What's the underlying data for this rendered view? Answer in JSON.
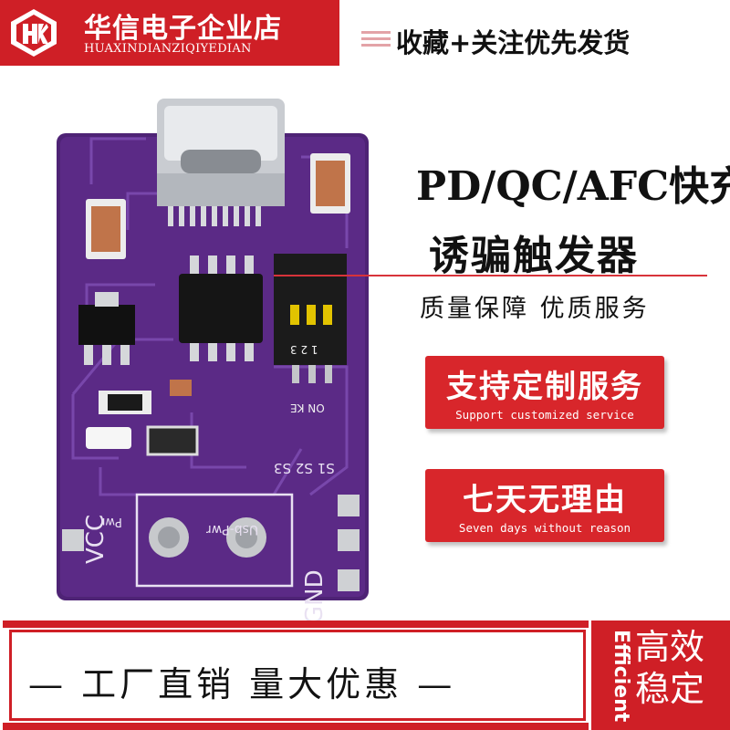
{
  "header": {
    "shop_name": "华信电子企业店",
    "shop_pinyin": "HUAXINDIANZIQIYEDIAN",
    "favorite_text": "收藏+关注优先发货",
    "logo_icon": "hx-logo-icon"
  },
  "product": {
    "title_line1": "PD/QC/AFC快充",
    "title_line2": "诱骗触发器",
    "quality_text": "质量保障 优质服务"
  },
  "badges": {
    "custom": {
      "title": "支持定制服务",
      "subtitle": "Support customized service"
    },
    "return": {
      "title": "七天无理由",
      "subtitle": "Seven days without reason"
    }
  },
  "bottom": {
    "slogan": "— 工厂直销 量大优惠 —",
    "efficient_label": "Efficient",
    "right_text_line1": "高效",
    "right_text_line2": "稳定"
  },
  "board_labels": {
    "vcc": "VCC",
    "gnd": "GND",
    "usb_pwr": "Usb-Pwr",
    "pwr": "Pwr",
    "switches": "S1 S2 S3",
    "dip_on": "ON KE",
    "dip_numbers": "1 2 3"
  },
  "colors": {
    "brand_red": "#cf1f26",
    "pcb_purple": "#5b2a86",
    "badge_red": "#d8262b"
  }
}
